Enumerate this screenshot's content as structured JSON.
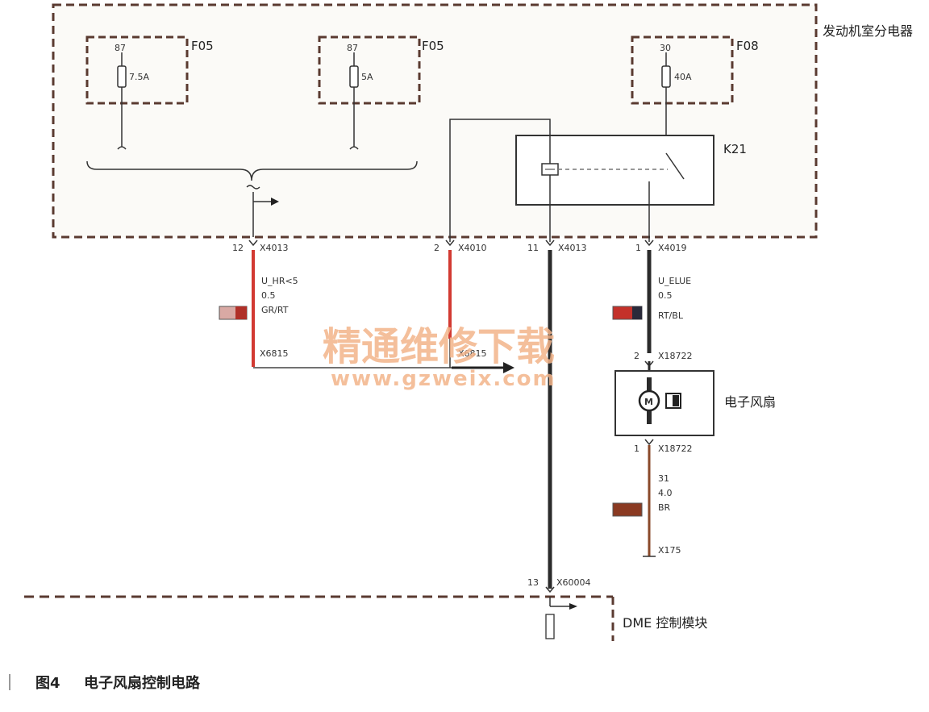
{
  "module_label": "发动机室分电器",
  "dme_label": "DME 控制模块",
  "caption": {
    "figure_no": "图4",
    "title": "电子风扇控制电路"
  },
  "fuses": [
    {
      "name": "F05",
      "terminal": "87",
      "rating": "7.5A"
    },
    {
      "name": "F05",
      "terminal": "87",
      "rating": "5A"
    },
    {
      "name": "F08",
      "terminal": "30",
      "rating": "40A"
    }
  ],
  "relay": {
    "name": "K21"
  },
  "fan": {
    "label": "电子风扇",
    "top_connector": "X18722",
    "top_pin": "2",
    "bottom_connector": "X18722",
    "bottom_pin": "1"
  },
  "connectors": [
    {
      "pin": "12",
      "name": "X4013"
    },
    {
      "pin": "2",
      "name": "X4010"
    },
    {
      "pin": "11",
      "name": "X4013"
    },
    {
      "pin": "1",
      "name": "X4019"
    }
  ],
  "wires": [
    {
      "signal": "U_HR<5",
      "size": "0.5",
      "color_code": "GR/RT",
      "swatch": "#d9a9a4"
    },
    {
      "signal": "U_ELUE",
      "size": "0.5",
      "color_code": "RT/BL",
      "swatch": "#c4312a"
    },
    {
      "signal": "31",
      "size": "4.0",
      "color_code": "BR",
      "swatch": "#8a3a22"
    }
  ],
  "splice_labels": [
    "X6815",
    "X6815"
  ],
  "ground_label": "X175",
  "dme_pin": {
    "pin": "13",
    "name": "X60004"
  },
  "watermark": {
    "text": "精通维修下载",
    "url": "www.gzweix.com"
  },
  "colors": {
    "red_wire": "#d23a32",
    "black_wire": "#2b2b2b",
    "brown_wire": "#8a4a2a",
    "box_border": "#5a3a30"
  }
}
